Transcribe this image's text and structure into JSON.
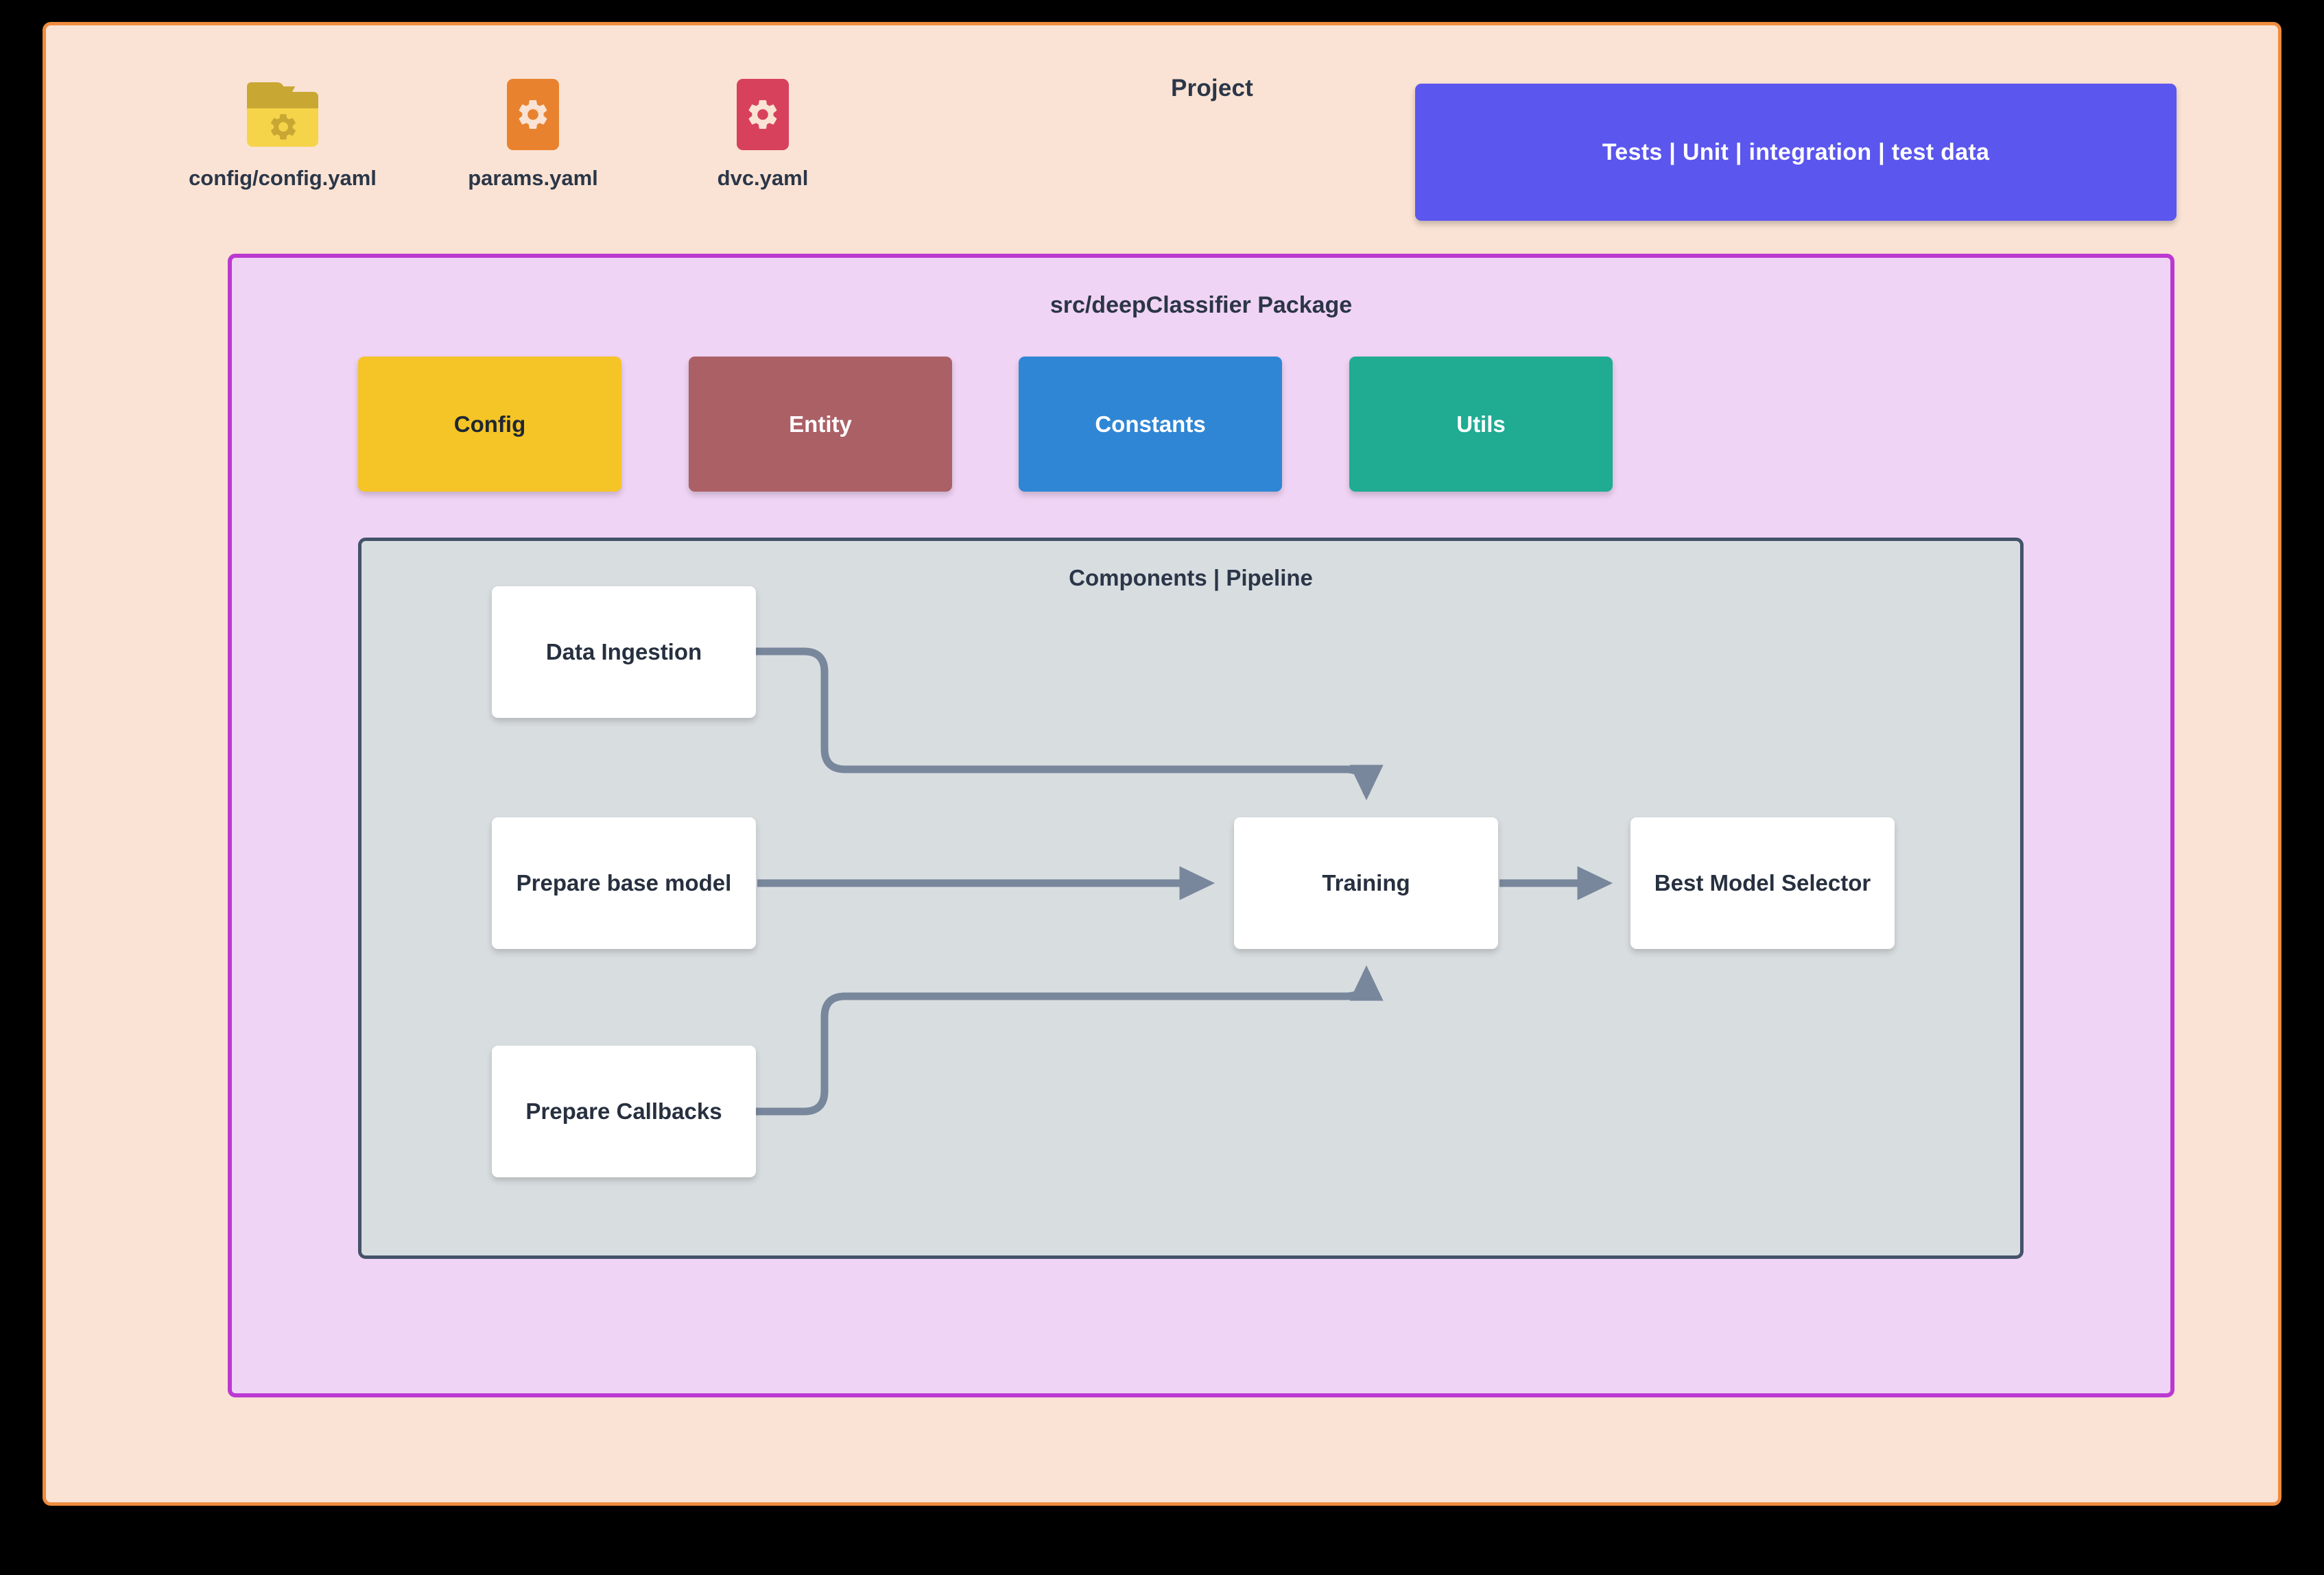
{
  "diagram": {
    "title": "Project",
    "canvas": {
      "background": "#fae3d4",
      "border_color": "#ef8b3f"
    }
  },
  "config_files": [
    {
      "caption": "config/config.yaml",
      "icon": "folder-gear-icon",
      "color": "#f6d44a"
    },
    {
      "caption": "params.yaml",
      "icon": "file-gear-icon",
      "color": "#e8822f"
    },
    {
      "caption": "dvc.yaml",
      "icon": "file-gear-icon",
      "color": "#d8415c"
    }
  ],
  "tests": {
    "label": "Tests | Unit | integration | test data",
    "color": "#5b56ee",
    "text_color": "#ffffff"
  },
  "package": {
    "title": "src/deepClassifier Package",
    "background": "#f0d4f5",
    "border_color": "#bb39d1",
    "modules": [
      {
        "label": "Config",
        "color": "#f5c426",
        "text_color": "#1f2733"
      },
      {
        "label": "Entity",
        "color": "#ab6066",
        "text_color": "#ffffff"
      },
      {
        "label": "Constants",
        "color": "#2f86d4",
        "text_color": "#ffffff"
      },
      {
        "label": "Utils",
        "color": "#1fac93",
        "text_color": "#ffffff"
      }
    ]
  },
  "pipeline": {
    "title": "Components | Pipeline",
    "background": "#d8dde0",
    "border_color": "#44536a",
    "edge_color": "#78879b",
    "nodes": [
      {
        "id": "data_ingestion",
        "label": "Data Ingestion"
      },
      {
        "id": "base_model",
        "label": "Prepare base model"
      },
      {
        "id": "callbacks",
        "label": "Prepare Callbacks"
      },
      {
        "id": "training",
        "label": "Training"
      },
      {
        "id": "best_model",
        "label": "Best Model Selector"
      }
    ],
    "edges": [
      {
        "from": "data_ingestion",
        "to": "training",
        "shape": "elbow-down"
      },
      {
        "from": "base_model",
        "to": "training",
        "shape": "straight"
      },
      {
        "from": "callbacks",
        "to": "training",
        "shape": "elbow-up"
      },
      {
        "from": "training",
        "to": "best_model",
        "shape": "straight"
      }
    ]
  }
}
